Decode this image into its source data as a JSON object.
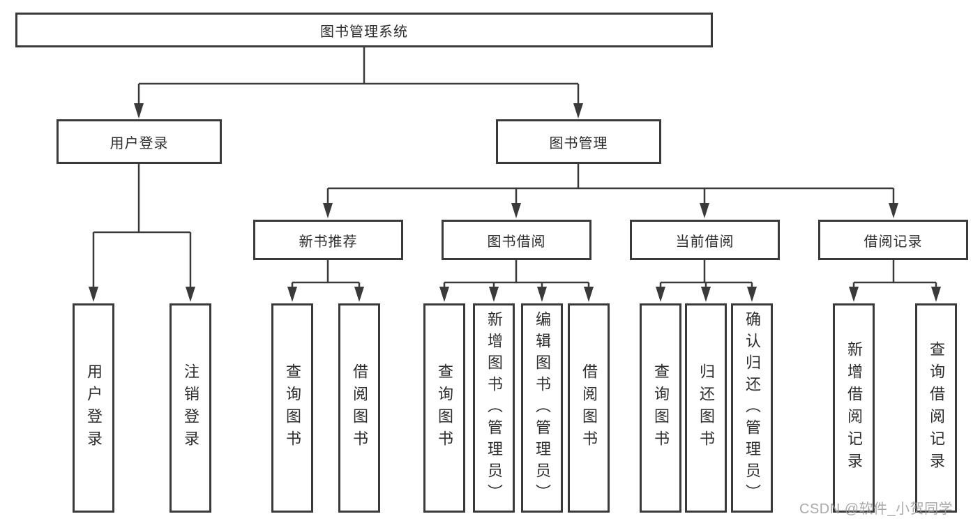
{
  "tree": {
    "root": {
      "label": "图书管理系统"
    },
    "level2": [
      {
        "label": "用户登录"
      },
      {
        "label": "图书管理"
      }
    ],
    "level3": [
      {
        "label": "新书推荐"
      },
      {
        "label": "图书借阅"
      },
      {
        "label": "当前借阅"
      },
      {
        "label": "借阅记录"
      }
    ],
    "leaf_groups": [
      {
        "parent": "用户登录",
        "items": [
          "用户登录",
          "注销登录"
        ]
      },
      {
        "parent": "新书推荐",
        "items": [
          "查询图书",
          "借阅图书"
        ]
      },
      {
        "parent": "图书借阅",
        "items": [
          "查询图书",
          "新增图书（管理员）",
          "编辑图书（管理员）",
          "借阅图书"
        ]
      },
      {
        "parent": "当前借阅",
        "items": [
          "查询图书",
          "归还图书",
          "确认归还（管理员）"
        ]
      },
      {
        "parent": "借阅记录",
        "items": [
          "新增借阅记录",
          "查询借阅记录"
        ]
      }
    ]
  },
  "watermark": "CSDN @软件_小贺同学",
  "colors": {
    "line": "#3a3a3a",
    "box_border": "#3a3a3a",
    "text": "#2d2d2d",
    "watermark": "#9a9a9a",
    "background": "#ffffff"
  }
}
